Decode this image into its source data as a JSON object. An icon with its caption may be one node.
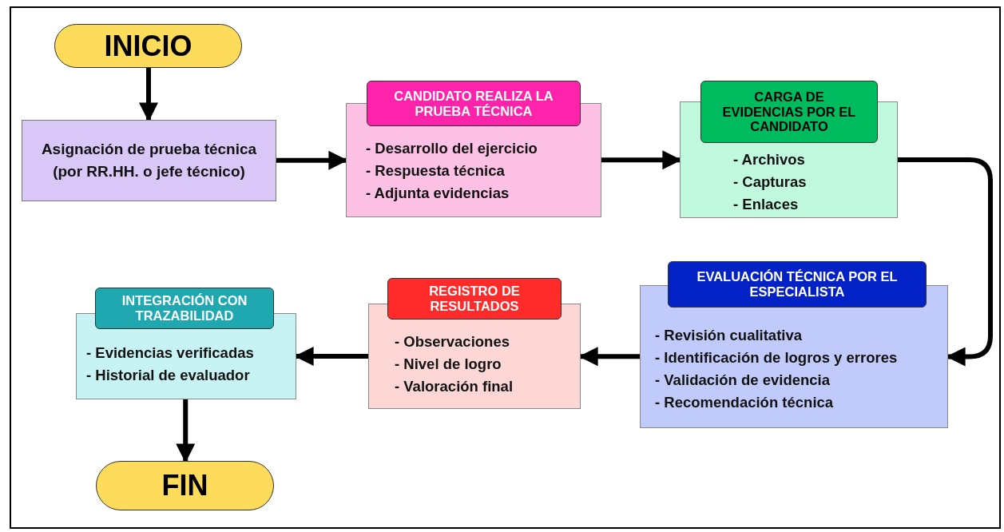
{
  "diagram": {
    "nodes": [
      {
        "text": [
          "INICIO"
        ]
      },
      {
        "text": [
          "Asignación de prueba técnica (por RR.HH. o jefe técnico)"
        ]
      },
      {
        "text": [
          "CANDIDATO REALIZA LA PRUEBA TÉCNICA",
          "- Desarrollo del ejercicio",
          "- Respuesta técnica",
          "- Adjunta evidencias"
        ]
      },
      {
        "text": [
          "CARGA DE EVIDENCIAS POR EL CANDIDATO",
          "- Archivos",
          "- Capturas",
          "- Enlaces"
        ]
      },
      {
        "text": [
          "EVALUACIÓN TÉCNICA POR EL ESPECIALISTA",
          "- Revisión cualitativa",
          "- Identificación de logros y errores",
          "- Validación de evidencia",
          "- Recomendación técnica"
        ]
      },
      {
        "text": [
          "REGISTRO DE RESULTADOS",
          "- Observaciones",
          "- Nivel de logro",
          "- Valoración final"
        ]
      },
      {
        "text": [
          "INTEGRACIÓN CON TRAZABILIDAD",
          "- Evidencias verificadas",
          "- Historial de evaluador"
        ]
      },
      {
        "text": [
          "FIN"
        ]
      }
    ],
    "edges": [
      {
        "from": 0,
        "to": 1,
        "arrow": "to"
      },
      {
        "from": 1,
        "to": 2,
        "arrow": "to"
      },
      {
        "from": 2,
        "to": 3,
        "arrow": "to"
      },
      {
        "from": 3,
        "to": 4,
        "arrow": "to"
      },
      {
        "from": 4,
        "to": 5,
        "arrow": "to"
      },
      {
        "from": 5,
        "to": 6,
        "arrow": "to"
      },
      {
        "from": 6,
        "to": 7,
        "arrow": "to"
      }
    ]
  }
}
